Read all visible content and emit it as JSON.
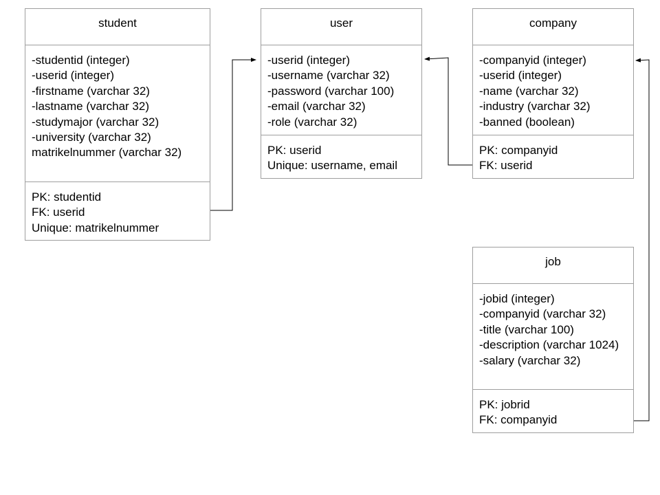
{
  "tables": {
    "student": {
      "name": "student",
      "fields": [
        "-studentid (integer)",
        "-userid (integer)",
        "-firstname (varchar 32)",
        "-lastname (varchar 32)",
        "-studymajor (varchar 32)",
        "-university (varchar 32)",
        "matrikelnummer (varchar 32)"
      ],
      "keys": [
        "PK: studentid",
        "FK: userid",
        "Unique: matrikelnummer"
      ]
    },
    "user": {
      "name": "user",
      "fields": [
        "-userid (integer)",
        "-username (varchar 32)",
        "-password  (varchar 100)",
        "-email (varchar 32)",
        "-role (varchar 32)"
      ],
      "keys": [
        "PK: userid",
        "Unique: username, email"
      ]
    },
    "company": {
      "name": "company",
      "fields": [
        "-companyid (integer)",
        "-userid (integer)",
        "-name (varchar 32)",
        "-industry  (varchar 32)",
        "-banned (boolean)"
      ],
      "keys": [
        "PK: companyid",
        "FK: userid"
      ]
    },
    "job": {
      "name": "job",
      "fields": [
        "-jobid (integer)",
        "-companyid (varchar 32)",
        "-title  (varchar 100)",
        "-description (varchar 1024)",
        "-salary (varchar 32)"
      ],
      "keys": [
        "PK: jobrid",
        "FK: companyid"
      ]
    }
  },
  "colors": {
    "border": "#9e9e9e",
    "line": "#000000",
    "background": "#ffffff"
  }
}
